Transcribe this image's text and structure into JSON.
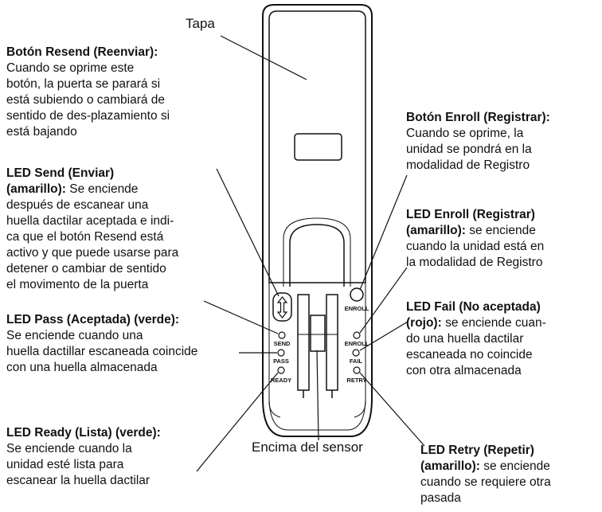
{
  "diagram": {
    "device_labels": {
      "enroll_button": "ENROLL",
      "send_led": "SEND",
      "pass_led": "PASS",
      "ready_led": "READY",
      "enroll_led": "ENROLL",
      "fail_led": "FAIL",
      "retry_led": "RETRY"
    },
    "tapa": "Tapa",
    "sensor_top": "Encima del sensor",
    "callouts": {
      "resend": {
        "title": "Botón Resend (Reenviar):",
        "lines": [
          "Cuando se oprime este",
          "botón, la puerta se parará si",
          "está subiendo o cambiará de",
          "sentido de des-plazamiento si",
          "está bajando"
        ]
      },
      "send": {
        "title1": "LED Send (Enviar)",
        "title2": "(amarillo):",
        "rest2": " Se enciende",
        "lines": [
          "después de escanear una",
          "huella dactilar aceptada e indi-",
          "ca que el botón Resend está",
          "activo y que puede usarse para",
          "detener o cambiar de sentido",
          "el movimento de la puerta"
        ]
      },
      "pass": {
        "title": "LED Pass (Aceptada) (verde):",
        "lines": [
          "Se enciende cuando una",
          "huella dactillar escaneada coincide",
          "con una huella almacenada"
        ]
      },
      "ready": {
        "title": "LED Ready (Lista) (verde):",
        "lines": [
          "Se enciende cuando la",
          "unidad esté lista para",
          "escanear la huella dactilar"
        ]
      },
      "enroll_button": {
        "title": "Botón Enroll (Registrar):",
        "lines": [
          "Cuando se oprime, la",
          "unidad se pondrá en la",
          "modalidad de Registro"
        ]
      },
      "enroll_led": {
        "title1": "LED Enroll (Registrar)",
        "title2": "(amarillo):",
        "rest2": " se enciende",
        "lines": [
          "cuando la unidad está en",
          "la modalidad de Registro"
        ]
      },
      "fail": {
        "title1": "LED Fail (No aceptada)",
        "title2": "(rojo):",
        "rest2": " se enciende cuan-",
        "lines": [
          "do una huella dactilar",
          "escaneada no coincide",
          "con otra almacenada"
        ]
      },
      "retry": {
        "title1": "LED Retry (Repetir)",
        "title2": "(amarillo):",
        "rest2": " se enciende",
        "lines": [
          "cuando se requiere otra",
          "pasada"
        ]
      }
    }
  }
}
